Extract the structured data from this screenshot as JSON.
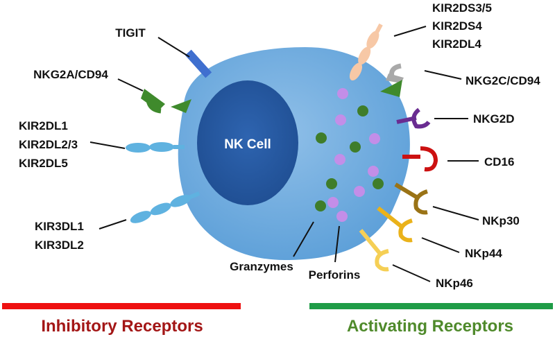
{
  "cell": {
    "label": "NK Cell"
  },
  "granules": {
    "granzymes_label": "Granzymes",
    "perforins_label": "Perforins"
  },
  "inhibitory": {
    "receptors": {
      "tigit": "TIGIT",
      "nkg2a": "NKG2A/CD94",
      "kir2dl": [
        "KIR2DL1",
        "KIR2DL2/3",
        "KIR2DL5"
      ],
      "kir3dl": [
        "KIR3DL1",
        "KIR3DL2"
      ]
    },
    "caption": "Inhibitory Receptors",
    "color": "#ee1111",
    "caption_color": "#a31616"
  },
  "activating": {
    "receptors": {
      "kir2ds": [
        "KIR2DS3/5",
        "KIR2DS4",
        "KIR2DL4"
      ],
      "nkg2c": "NKG2C/CD94",
      "nkg2d": "NKG2D",
      "cd16": "CD16",
      "nkp30": "NKp30",
      "nkp44": "NKp44",
      "nkp46": "NKp46"
    },
    "caption": "Activating Receptors",
    "color": "#1f9c47",
    "caption_color": "#4f8a2b"
  }
}
